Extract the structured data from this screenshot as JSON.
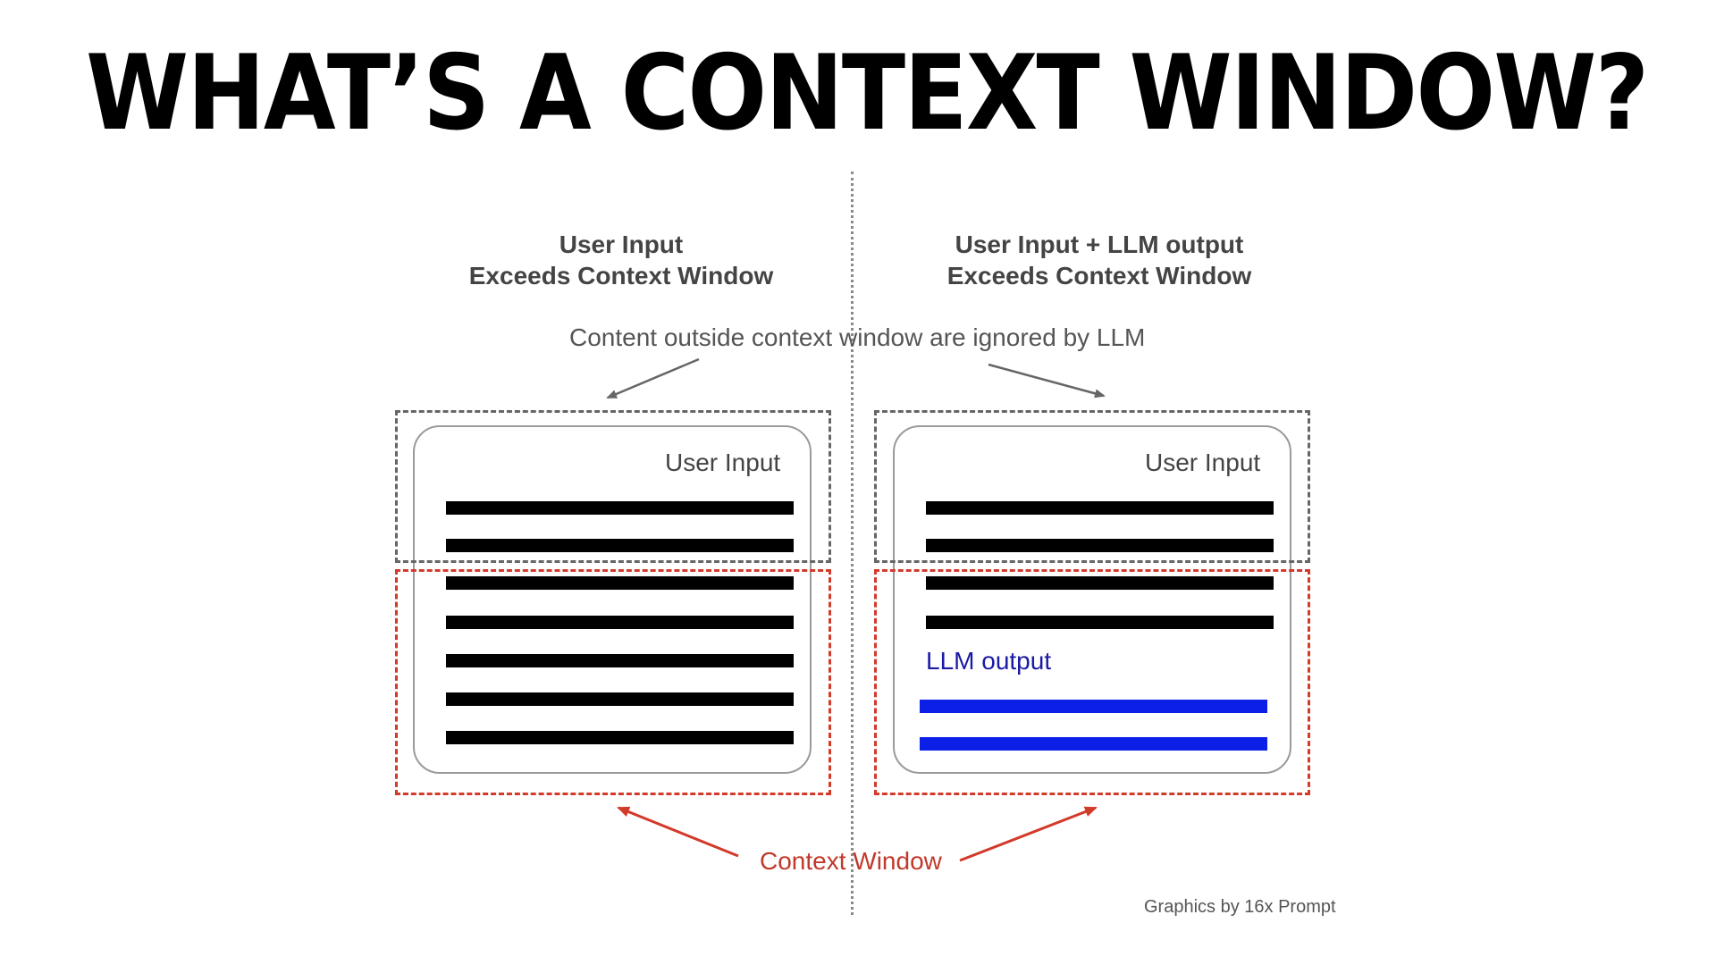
{
  "title": "WHAT’S A CONTEXT WINDOW?",
  "left_panel": {
    "heading_line1": "User Input",
    "heading_line2": "Exceeds Context Window",
    "box_label": "User Input"
  },
  "right_panel": {
    "heading_line1": "User Input + LLM output",
    "heading_line2": "Exceeds Context Window",
    "box_label": "User Input",
    "llm_label": "LLM output"
  },
  "outside_note": "Content outside context window are ignored by LLM",
  "context_window_label": "Context Window",
  "credit": "Graphics by 16x Prompt",
  "colors": {
    "context_window": "#d23a2a",
    "outside_region": "#666666",
    "user_input_lines": "#000000",
    "llm_output_lines": "#0b1fe6",
    "llm_label": "#1a1aa6"
  }
}
